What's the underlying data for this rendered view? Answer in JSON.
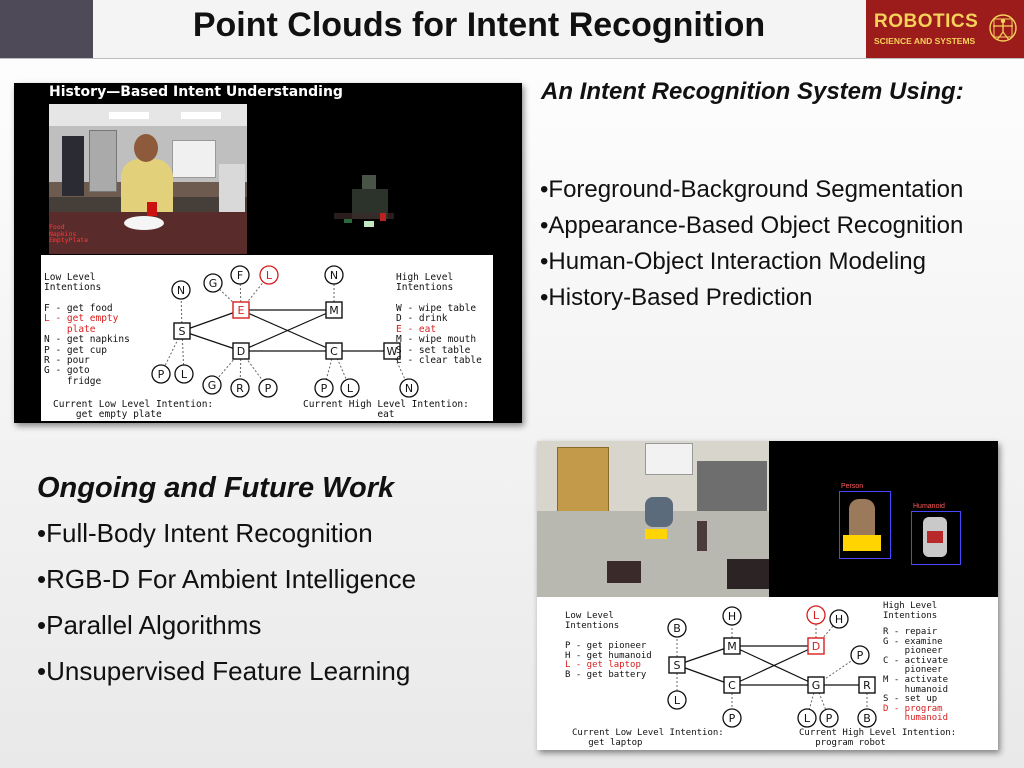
{
  "header": {
    "title": "Point Clouds for Intent Recognition",
    "logo_line1": "ROBOTICS",
    "logo_line2": "SCIENCE AND SYSTEMS",
    "colors": {
      "accent_dark": "#4e4a57",
      "logo_bg": "#9c1b1b",
      "logo_text": "#f7d25a"
    }
  },
  "right_section": {
    "heading": "An Intent Recognition System Using:",
    "bullets": [
      "•Foreground-Background Segmentation",
      "•Appearance-Based Object Recognition",
      "•Human-Object Interaction Modeling",
      "•History-Based Prediction"
    ]
  },
  "left_section": {
    "heading": "Ongoing and Future Work",
    "bullets": [
      "•Full-Body Intent Recognition",
      "•RGB-D For Ambient Intelligence",
      "•Parallel Algorithms",
      "•Unsupervised Feature Learning"
    ]
  },
  "figure1": {
    "title": "History—Based Intent Understanding",
    "video_labels": [
      "Food",
      "Napkins",
      "EmptyPlate"
    ],
    "low_header": [
      "Low Level",
      "Intentions"
    ],
    "low_items": [
      {
        "text": "F - get food",
        "red": false
      },
      {
        "text": "L - get empty",
        "red": true
      },
      {
        "text": "    plate",
        "red": true
      },
      {
        "text": "N - get napkins",
        "red": false
      },
      {
        "text": "P - get cup",
        "red": false
      },
      {
        "text": "R - pour",
        "red": false
      },
      {
        "text": "G - goto",
        "red": false
      },
      {
        "text": "    fridge",
        "red": false
      }
    ],
    "high_header": [
      "High Level",
      "Intentions"
    ],
    "high_items": [
      {
        "text": "W - wipe table",
        "red": false
      },
      {
        "text": "D - drink",
        "red": false
      },
      {
        "text": "E - eat",
        "red": true
      },
      {
        "text": "M - wipe mouth",
        "red": false
      },
      {
        "text": "S - set table",
        "red": false
      },
      {
        "text": "C - clear table",
        "red": false
      }
    ],
    "current_low_label": "Current Low Level Intention:",
    "current_low_value": "get empty plate",
    "current_high_label": "Current High Level Intention:",
    "current_high_value": "eat",
    "graph_nodes": {
      "sq": [
        {
          "l": "S",
          "r": false
        },
        {
          "l": "E",
          "r": true
        },
        {
          "l": "D",
          "r": false
        },
        {
          "l": "M",
          "r": false
        },
        {
          "l": "C",
          "r": false
        },
        {
          "l": "W",
          "r": false
        }
      ],
      "circ": [
        {
          "l": "N",
          "r": false
        },
        {
          "l": "G",
          "r": false
        },
        {
          "l": "F",
          "r": false
        },
        {
          "l": "L",
          "r": true
        },
        {
          "l": "N",
          "r": false
        },
        {
          "l": "P",
          "r": false
        },
        {
          "l": "L",
          "r": false
        },
        {
          "l": "G",
          "r": false
        },
        {
          "l": "R",
          "r": false
        },
        {
          "l": "P",
          "r": false
        },
        {
          "l": "P",
          "r": false
        },
        {
          "l": "L",
          "r": false
        },
        {
          "l": "N",
          "r": false
        }
      ]
    }
  },
  "figure2": {
    "detect_labels": [
      "Person",
      "Humanoid"
    ],
    "low_header": [
      "Low Level",
      "Intentions"
    ],
    "low_items": [
      {
        "text": "P - get pioneer",
        "red": false
      },
      {
        "text": "H - get humanoid",
        "red": false
      },
      {
        "text": "L - get laptop",
        "red": true
      },
      {
        "text": "B - get battery",
        "red": false
      }
    ],
    "high_header": [
      "High Level",
      "Intentions"
    ],
    "high_items": [
      {
        "text": "R - repair",
        "red": false
      },
      {
        "text": "G - examine",
        "red": false
      },
      {
        "text": "    pioneer",
        "red": false
      },
      {
        "text": "C - activate",
        "red": false
      },
      {
        "text": "    pioneer",
        "red": false
      },
      {
        "text": "M - activate",
        "red": false
      },
      {
        "text": "    humanoid",
        "red": false
      },
      {
        "text": "S - set up",
        "red": false
      },
      {
        "text": "D - program",
        "red": true
      },
      {
        "text": "    humanoid",
        "red": true
      }
    ],
    "current_low_label": "Current Low Level Intention:",
    "current_low_value": "get laptop",
    "current_high_label": "Current High Level Intention:",
    "current_high_value": "program robot",
    "graph_nodes": {
      "sq": [
        {
          "l": "S",
          "r": false
        },
        {
          "l": "M",
          "r": false
        },
        {
          "l": "C",
          "r": false
        },
        {
          "l": "D",
          "r": true
        },
        {
          "l": "G",
          "r": false
        },
        {
          "l": "R",
          "r": false
        }
      ],
      "circ": [
        {
          "l": "B",
          "r": false
        },
        {
          "l": "L",
          "r": false
        },
        {
          "l": "H",
          "r": false
        },
        {
          "l": "P",
          "r": false
        },
        {
          "l": "L",
          "r": true
        },
        {
          "l": "H",
          "r": false
        },
        {
          "l": "P",
          "r": false
        },
        {
          "l": "L",
          "r": false
        },
        {
          "l": "P",
          "r": false
        },
        {
          "l": "B",
          "r": false
        }
      ]
    }
  }
}
